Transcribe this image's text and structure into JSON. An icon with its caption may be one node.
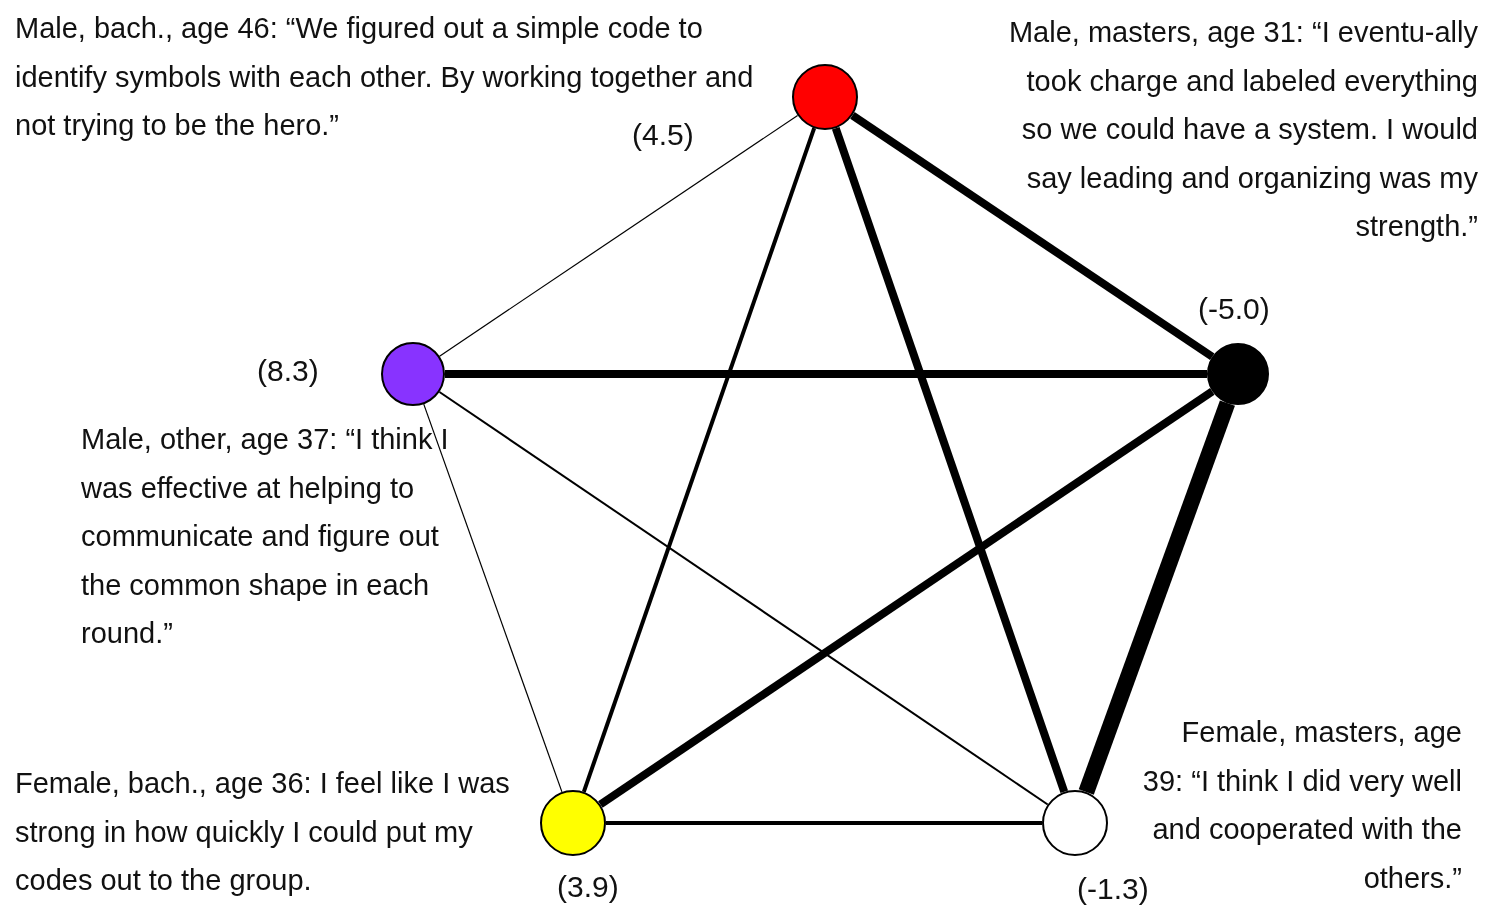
{
  "diagram": {
    "nodes": [
      {
        "text": [],
        "shape": "circle",
        "beside": [
          "(4.5)",
          "Male, bach., age 46: “We figured out a simple code to identify symbols with each other. By working together and not trying to be the hero.”"
        ]
      },
      {
        "text": [],
        "shape": "circle",
        "beside": [
          "(8.3)",
          "Male, other, age 37: “I think I was effective at helping to communicate and figure out the common shape in each round.”"
        ]
      },
      {
        "text": [],
        "shape": "circle",
        "beside": [
          "(-5.0)",
          "Male, masters, age 31: “I eventu-ally took charge and labeled everything so we could have a system. I would say leading and organizing was my strength.”"
        ]
      },
      {
        "text": [],
        "shape": "circle",
        "beside": [
          "(3.9)",
          "Female, bach., age 36: I feel like I was strong in how quickly I could put my codes out to the group."
        ]
      },
      {
        "text": [],
        "shape": "circle",
        "beside": [
          "(-1.3)",
          "Female, masters, age 39: “I think I did very well and cooperated with the others.”"
        ]
      }
    ],
    "edges": [
      {
        "from": 0,
        "to": 1,
        "arrow": "none"
      },
      {
        "from": 0,
        "to": 2,
        "arrow": "none",
        "style": "thick"
      },
      {
        "from": 0,
        "to": 3,
        "arrow": "none"
      },
      {
        "from": 0,
        "to": 4,
        "arrow": "none",
        "style": "thick"
      },
      {
        "from": 1,
        "to": 2,
        "arrow": "none",
        "style": "thick"
      },
      {
        "from": 1,
        "to": 3,
        "arrow": "none"
      },
      {
        "from": 1,
        "to": 4,
        "arrow": "none"
      },
      {
        "from": 2,
        "to": 3,
        "arrow": "none",
        "style": "thick"
      },
      {
        "from": 2,
        "to": 4,
        "arrow": "none",
        "style": "thick"
      },
      {
        "from": 3,
        "to": 4,
        "arrow": "none"
      }
    ]
  }
}
